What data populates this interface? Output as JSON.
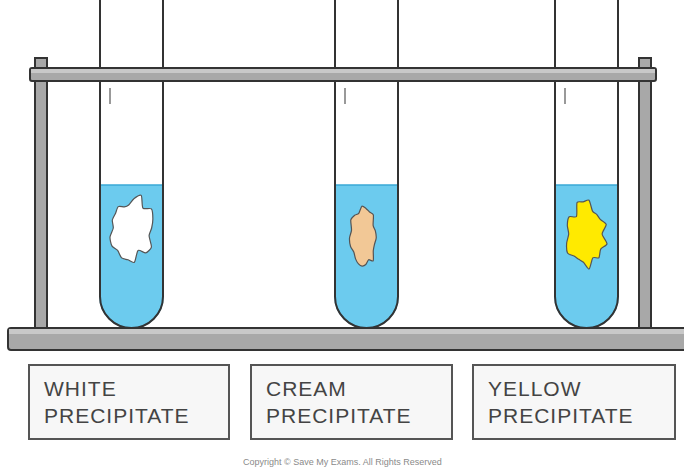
{
  "diagram": {
    "nodes": [
      {
        "text": [
          "WHITE PRECIPITATE"
        ]
      },
      {
        "text": [
          "CREAM PRECIPITATE"
        ]
      },
      {
        "text": [
          "YELLOW PRECIPITATE"
        ]
      }
    ],
    "labels": [
      "Copyright © Save My Exams. All Rights Reserved"
    ]
  }
}
